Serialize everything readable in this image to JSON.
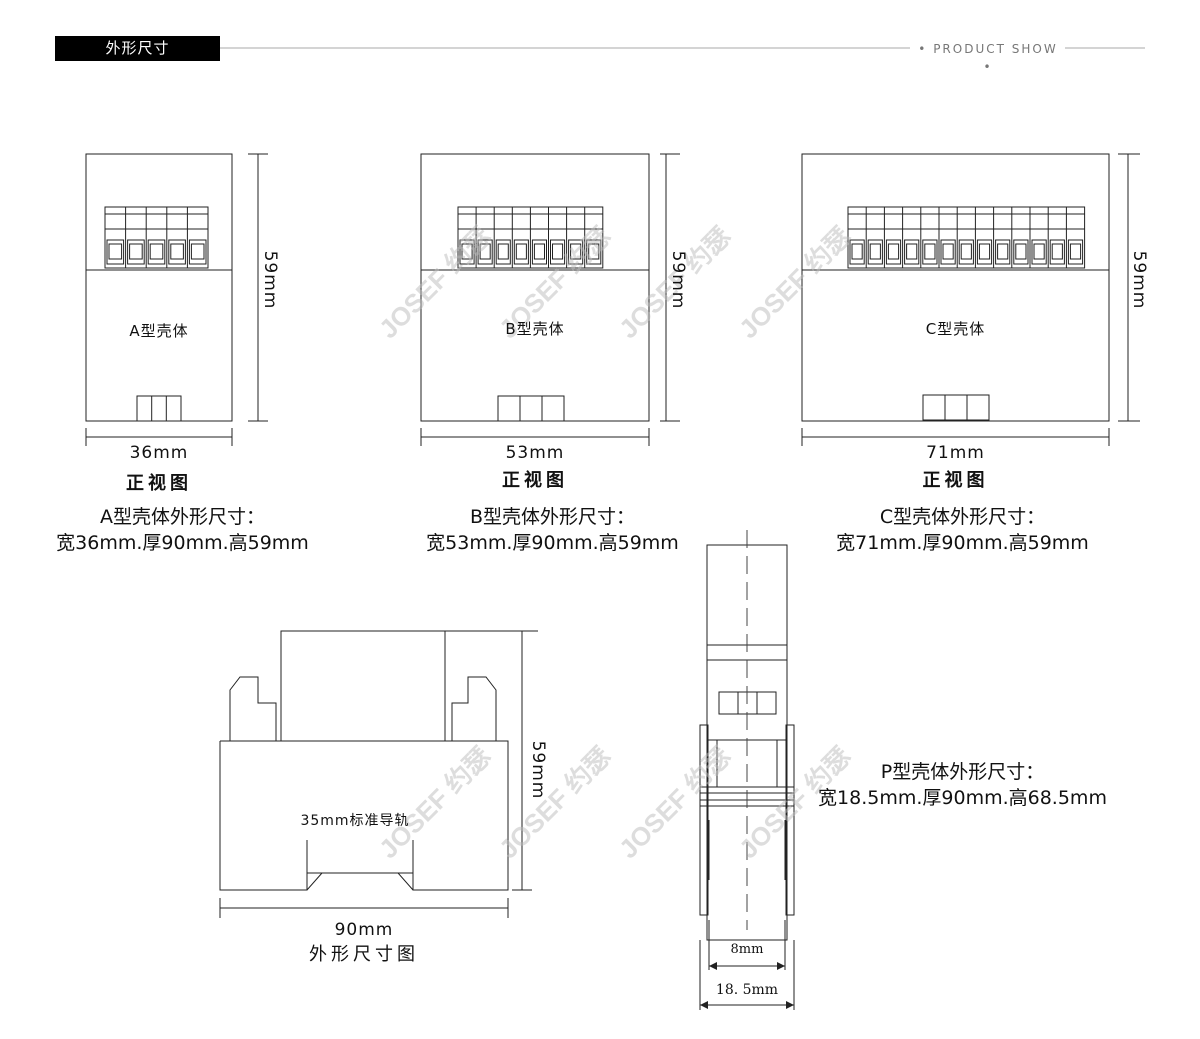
{
  "header": {
    "title": "外形尺寸",
    "tagline": "PRODUCT SHOW",
    "accent_color": "#000000"
  },
  "watermark": "JOSEF 约瑟",
  "front_views": [
    {
      "case_label": "A型壳体",
      "width_dim": "36mm",
      "height_dim": "59mm",
      "view_label": "正视图",
      "spec_title": "A型壳体外形尺寸：",
      "spec_detail": "宽36mm.厚90mm.高59mm"
    },
    {
      "case_label": "B型壳体",
      "width_dim": "53mm",
      "height_dim": "59mm",
      "view_label": "正视图",
      "spec_title": "B型壳体外形尺寸：",
      "spec_detail": "宽53mm.厚90mm.高59mm"
    },
    {
      "case_label": "C型壳体",
      "width_dim": "71mm",
      "height_dim": "59mm",
      "view_label": "正视图",
      "spec_title": "C型壳体外形尺寸：",
      "spec_detail": "宽71mm.厚90mm.高59mm"
    }
  ],
  "side_view": {
    "rail_label": "35mm标准导轨",
    "width_dim": "90mm",
    "height_dim": "59mm",
    "view_label": "外形尺寸图"
  },
  "p_type": {
    "spec_title": "P型壳体外形尺寸：",
    "spec_detail": "宽18.5mm.厚90mm.高68.5mm",
    "inner_dim": "8mm",
    "outer_dim": "18. 5mm"
  }
}
